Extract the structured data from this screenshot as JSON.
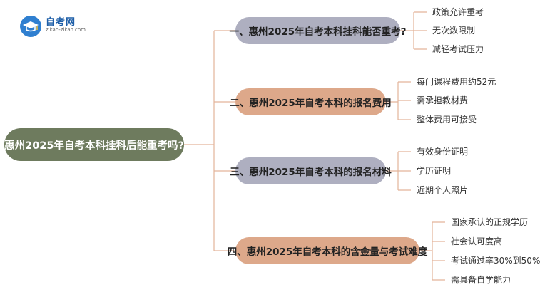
{
  "logo": {
    "name": "自考网",
    "url_text": "zikao-zikao.com"
  },
  "root": {
    "label": "惠州2025年自考本科挂科后能重考吗?"
  },
  "branches": [
    {
      "label": "一、惠州2025年自考本科挂科能否重考?",
      "color": "#aeafc0",
      "leaves": [
        "政策允许重考",
        "无次数限制",
        "减轻考试压力"
      ]
    },
    {
      "label": "二、惠州2025年自考本科的报名费用",
      "color": "#dda88a",
      "leaves": [
        "每门课程费用约52元",
        "需承担教材费",
        "整体费用可接受"
      ]
    },
    {
      "label": "三、惠州2025年自考本科的报名材料",
      "color": "#aeafc0",
      "leaves": [
        "有效身份证明",
        "学历证明",
        "近期个人照片"
      ]
    },
    {
      "label": "四、惠州2025年自考本科的含金量与考试难度",
      "color": "#dda88a",
      "leaves": [
        "国家承认的正规学历",
        "社会认可度高",
        "考试通过率30%到50%",
        "需具备自学能力"
      ]
    }
  ],
  "colors": {
    "line": "#e3b49a",
    "root": "#6e7b5e"
  }
}
